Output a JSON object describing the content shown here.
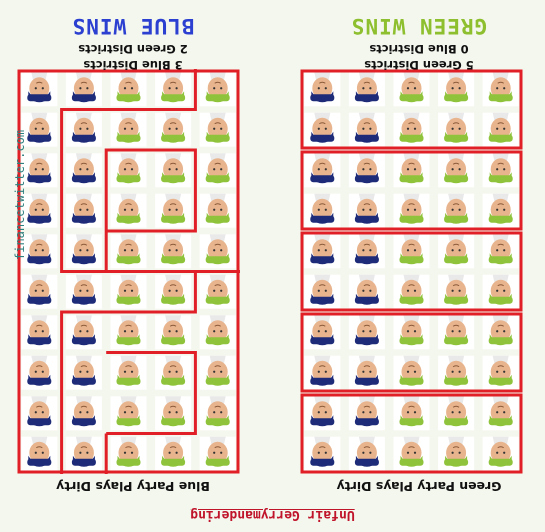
{
  "title": "Unfair Gerrymandering",
  "watermark": "financetwitter.com",
  "colors": {
    "green_party": "#8fc33b",
    "blue_party": "#1e2b78",
    "district_border": "#e01f26",
    "green_wins_text": "#8dbf2e",
    "blue_wins_text": "#2b3fd0"
  },
  "panels": [
    {
      "subtitle": "Green Party Plays Dirty",
      "green_districts": "5 Green Districts",
      "blue_districts": "0 Blue Districts",
      "winner": "GREEN WINS",
      "winner_color": "green"
    },
    {
      "subtitle": "Blue Party Plays Dirty",
      "green_districts": "2 Green Districts",
      "blue_districts": "3 Blue Districts",
      "winner": "BLUE WINS",
      "winner_color": "blue"
    }
  ],
  "voters_grid": {
    "rows": 10,
    "columns": [
      "green",
      "green",
      "green",
      "blue",
      "blue"
    ]
  }
}
